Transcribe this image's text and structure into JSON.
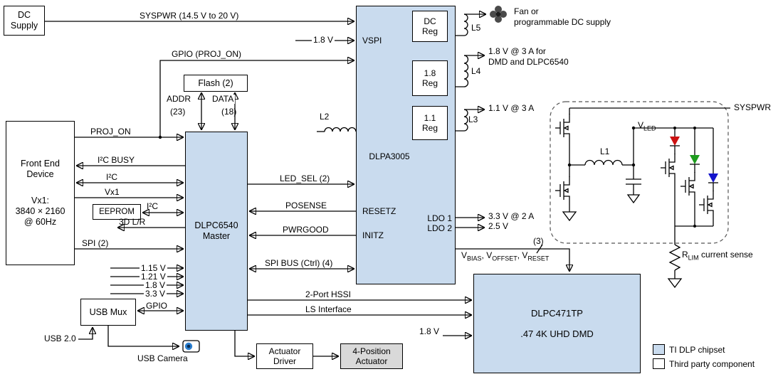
{
  "colors": {
    "chipset_blue": "#c9dbee",
    "third_party_gray": "#d9d9d9",
    "led_red": "#cc1111",
    "led_green": "#1e9c1e",
    "led_blue": "#1414cc"
  },
  "blocks": {
    "dc_supply": {
      "line1": "DC",
      "line2": "Supply"
    },
    "front_end": {
      "line1": "Front End",
      "line2": "Device",
      "line3": "Vx1:",
      "line4": "3840 × 2160",
      "line5": "@ 60Hz"
    },
    "flash": {
      "label": "Flash (2)"
    },
    "eeprom": {
      "label": "EEPROM"
    },
    "usb_mux": {
      "label": "USB Mux"
    },
    "dlpc6540": {
      "line1": "DLPC6540",
      "line2": "Master"
    },
    "dlpa3005": {
      "label": "DLPA3005",
      "vspi": "VSPI",
      "resetz": "RESETZ",
      "initz": "INITZ",
      "ldo1": "LDO 1",
      "ldo2": "LDO 2",
      "dc_reg_line1": "DC",
      "dc_reg_line2": "Reg",
      "reg18_line1": "1.8",
      "reg18_line2": "Reg",
      "reg11_line1": "1.1",
      "reg11_line2": "Reg"
    },
    "dlpc471tp": {
      "line1": "DLPC471TP",
      "line2": ".47 4K UHD DMD"
    },
    "actuator_driver": {
      "line1": "Actuator",
      "line2": "Driver"
    },
    "actuator_4pos": {
      "line1": "4-Position",
      "line2": "Actuator"
    }
  },
  "signals": {
    "syspwr_main": "SYSPWR  (14.5 V to 20 V)",
    "v18_vspi": "1.8 V",
    "gpio_proj_on": "GPIO (PROJ_ON)",
    "addr": "ADDR",
    "addr_count": "(23)",
    "data": "DATA",
    "data_count": "(18)",
    "proj_on": "PROJ_ON",
    "i2c_busy": "I²C BUSY",
    "i2c": "I²C",
    "vx1": "Vx1",
    "eeprom_i2c": "I²C",
    "lr_3d": "3D L/R",
    "spi2": "SPI (2)",
    "v115": "1.15 V",
    "v121": "1.21 V",
    "v18": "1.8 V",
    "v33": "3.3 V",
    "gpio": "GPIO",
    "usb20": "USB 2.0",
    "usb_camera": "USB Camera",
    "led_sel": "LED_SEL (2)",
    "posense": "POSENSE",
    "pwrgood": "PWRGOOD",
    "spi_bus": "SPI BUS (Ctrl) (4)",
    "hssi": "2-Port HSSI",
    "ls_interface": "LS Interface",
    "v18_dmd": "1.8 V",
    "bias": {
      "b1": "V",
      "s1": "BIAS",
      "sep1": ", ",
      "b2": "V",
      "s2": "OFFSET",
      "sep2": ", ",
      "b3": "V",
      "s3": "RESET"
    },
    "bias_count": "(3)"
  },
  "outputs": {
    "fan_line1": "Fan or",
    "fan_line2": "programmable DC supply",
    "v18_3a_line1": "1.8 V @ 3 A for",
    "v18_3a_line2": "DMD and DLPC6540",
    "v11_3a": "1.1 V @ 3 A",
    "v33_2a": "3.3 V @ 2 A",
    "v25": "2.5 V"
  },
  "circuit": {
    "l1": "L1",
    "l2": "L2",
    "l3": "L3",
    "l4": "L4",
    "l5": "L5",
    "syspwr": "SYSPWR",
    "vled": {
      "b": "V",
      "s": "LED"
    },
    "rlim": {
      "b": "R",
      "s": "LIM",
      "rest": " current sense"
    }
  },
  "legend": {
    "ti": "TI DLP chipset",
    "third": "Third party component"
  }
}
